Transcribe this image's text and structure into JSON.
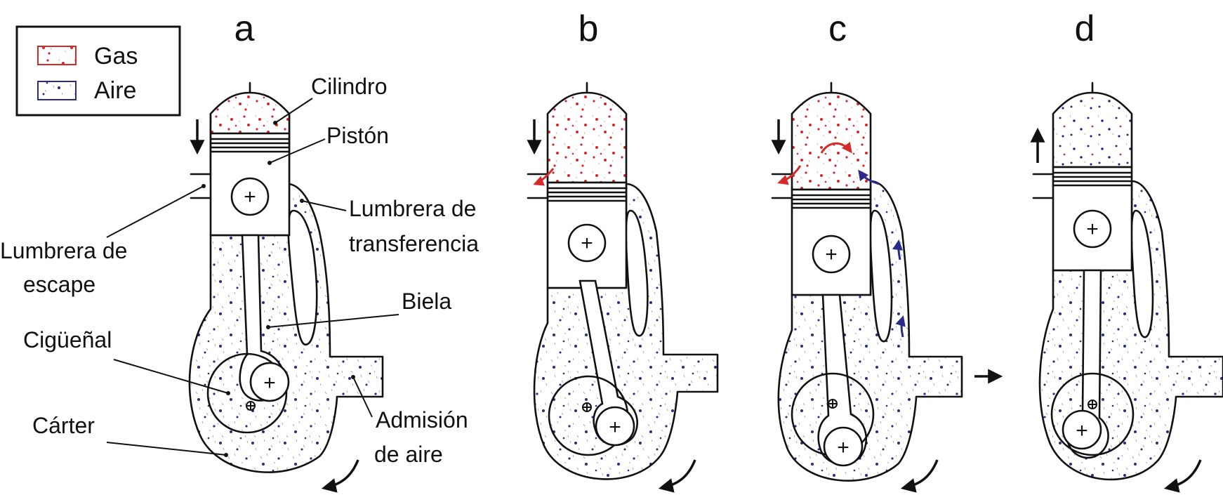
{
  "panels": [
    "a",
    "b",
    "c",
    "d"
  ],
  "legend": {
    "gas_label": "Gas",
    "air_label": "Aire",
    "gas_color": "#d42a2a",
    "air_color": "#2a2a8c"
  },
  "labels": {
    "cilindro": "Cilindro",
    "piston": "Pistón",
    "lumbrera_transferencia_1": "Lumbrera de",
    "lumbrera_transferencia_2": "transferencia",
    "lumbrera_escape_1": "Lumbrera de",
    "lumbrera_escape_2": "escape",
    "biela": "Biela",
    "ciguenal": "Cigüeñal",
    "carter": "Cárter",
    "admision_1": "Admisión",
    "admision_2": "de aire"
  },
  "icons": [
    "down-arrow-icon",
    "up-arrow-icon",
    "right-arrow-icon",
    "rotation-arrow-icon",
    "crank-center-icon"
  ]
}
